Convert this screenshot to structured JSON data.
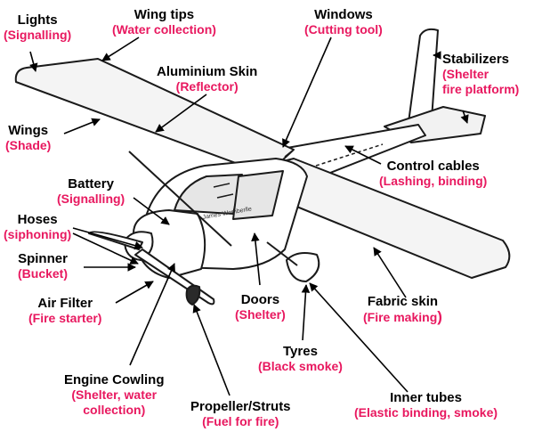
{
  "colors": {
    "name": "#000000",
    "use": "#e8185f",
    "outline": "#1a1a1a"
  },
  "labels": {
    "lights": {
      "name": "Lights",
      "use": "(Signalling)"
    },
    "wing_tips": {
      "name": "Wing tips",
      "use": "(Water collection)"
    },
    "windows": {
      "name": "Windows",
      "use": "(Cutting tool)"
    },
    "aluminium_skin": {
      "name": "Aluminium Skin",
      "use": "(Reflector)"
    },
    "stabilizers": {
      "name": "Stabilizers",
      "use": "(Shelter",
      "use2": "fire platform)"
    },
    "wings": {
      "name": "Wings",
      "use": "(Shade)"
    },
    "control_cables": {
      "name": "Control cables",
      "use": "(Lashing, binding)"
    },
    "battery": {
      "name": "Battery",
      "use": "(Signalling)"
    },
    "hoses": {
      "name": "Hoses",
      "use": "(siphoning)"
    },
    "spinner": {
      "name": "Spinner",
      "use": "(Bucket)"
    },
    "air_filter": {
      "name": "Air Filter",
      "use": "(Fire starter)"
    },
    "doors": {
      "name": "Doors",
      "use": "(Shelter)"
    },
    "fabric_skin": {
      "name": "Fabric skin",
      "use": "(Fire making",
      "use_close": ")"
    },
    "tyres": {
      "name": "Tyres",
      "use": "(Black smoke)"
    },
    "engine_cowling": {
      "name": "Engine Cowling",
      "use": "(Shelter, water",
      "use2": "collection)"
    },
    "propeller": {
      "name": "Propeller/Struts",
      "use": "(Fuel for fire)"
    },
    "inner_tubes": {
      "name": "Inner tubes",
      "use": "(Elastic binding, smoke)"
    }
  },
  "plane": {
    "name_plate": "James Wemberlle"
  }
}
